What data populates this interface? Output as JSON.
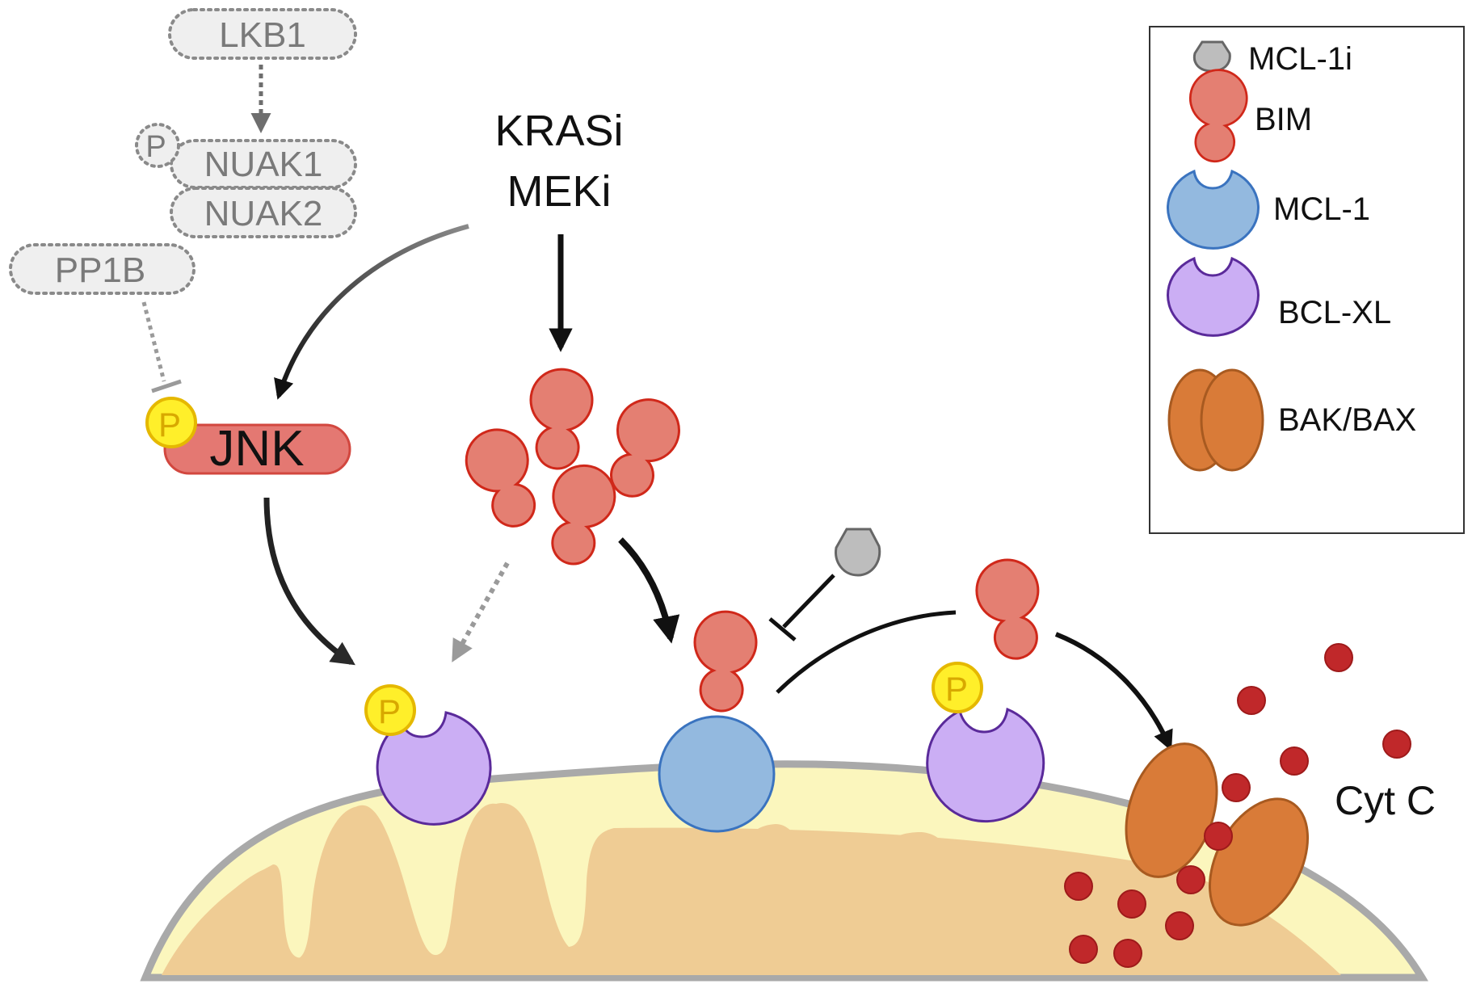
{
  "figure": {
    "type": "signaling-pathway-diagram",
    "subject": "KRASi/MEKi-induced BIM and MCL-1 inhibitor driven apoptosis at mitochondrion"
  },
  "upstream": {
    "lkb1": "LKB1",
    "nuak1": "NUAK1",
    "nuak2": "NUAK2",
    "nuak_phospho": "P",
    "pp1b": "PP1B"
  },
  "drugs": {
    "line1": "KRASi",
    "line2": "MEKi"
  },
  "jnk": {
    "label": "JNK",
    "phospho": "P"
  },
  "bclxl_left": {
    "phospho": "P"
  },
  "bclxl_right": {
    "phospho": "P"
  },
  "cytc": {
    "label": "Cyt C"
  },
  "legend": {
    "items": [
      {
        "key": "mcl1i",
        "label": "MCL-1i",
        "color": "#bdbdbd",
        "stroke": "#666666"
      },
      {
        "key": "bim",
        "label": "BIM",
        "color": "#e47f72",
        "stroke": "#d0281a"
      },
      {
        "key": "mcl1",
        "label": "MCL-1",
        "color": "#93b9df",
        "stroke": "#3a73bf"
      },
      {
        "key": "bclxl",
        "label": "BCL-XL",
        "color": "#cbaef4",
        "stroke": "#5a2a9a"
      },
      {
        "key": "bakbax",
        "label": "BAK/BAX",
        "color": "#d97b38",
        "stroke": "#a85a20"
      }
    ]
  },
  "colors": {
    "jnk_fill": "#e47872",
    "phospho_fill": "#ffef2a",
    "phospho_stroke": "#e5b800",
    "cytc_fill": "#c0282a",
    "membrane_outer": "#a9a9a9",
    "matrix_light": "#fbf6bd",
    "matrix_dark": "#efcc94",
    "inactive_gray": "#8a8a8a"
  }
}
